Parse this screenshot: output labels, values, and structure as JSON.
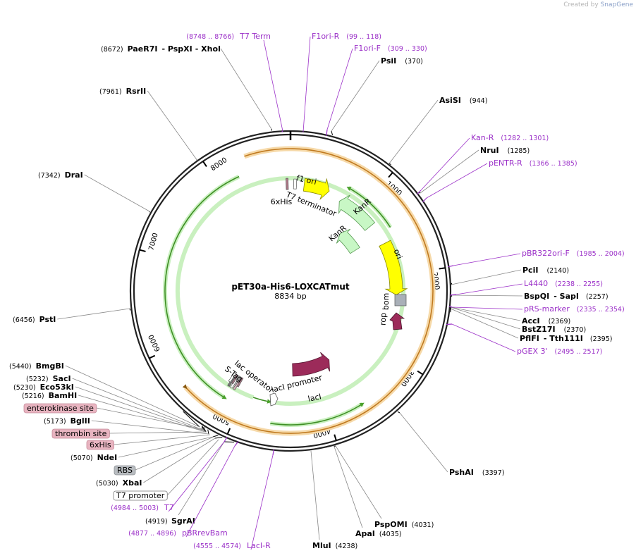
{
  "credit": {
    "prefix": "Created by",
    "brand": "SnapGene"
  },
  "plasmid": {
    "name": "pET30a-His6-LOXCATmut",
    "size_label": "8834 bp",
    "length": 8834
  },
  "ticks": [
    {
      "pos": 1000,
      "label": "1000"
    },
    {
      "pos": 2000,
      "label": "2000"
    },
    {
      "pos": 3000,
      "label": "3000"
    },
    {
      "pos": 4000,
      "label": "4000"
    },
    {
      "pos": 5000,
      "label": "5000"
    },
    {
      "pos": 6000,
      "label": "6000"
    },
    {
      "pos": 7000,
      "label": "7000"
    },
    {
      "pos": 8000,
      "label": "8000"
    }
  ],
  "enzymes": [
    {
      "name": "PaeR7I",
      "extra": [
        "PspXI",
        "XhoI"
      ],
      "pos_label": "(8672)",
      "pos": 8672
    },
    {
      "name": "RsrII",
      "pos_label": "(7961)",
      "pos": 7961
    },
    {
      "name": "DraI",
      "pos_label": "(7342)",
      "pos": 7342
    },
    {
      "name": "PstI",
      "pos_label": "(6456)",
      "pos": 6456
    },
    {
      "name": "BmgBI",
      "pos_label": "(5440)",
      "pos": 5440
    },
    {
      "name": "SacI",
      "pos_label": "(5232)",
      "pos": 5232
    },
    {
      "name": "Eco53kI",
      "pos_label": "(5230)",
      "pos": 5230
    },
    {
      "name": "BamHI",
      "pos_label": "(5216)",
      "pos": 5216
    },
    {
      "name": "BglII",
      "pos_label": "(5173)",
      "pos": 5173
    },
    {
      "name": "NdeI",
      "pos_label": "(5070)",
      "pos": 5070
    },
    {
      "name": "XbaI",
      "pos_label": "(5030)",
      "pos": 5030
    },
    {
      "name": "SgrAI",
      "pos_label": "(4919)",
      "pos": 4919
    },
    {
      "name": "MluI",
      "pos_label": "(4238)",
      "pos": 4238
    },
    {
      "name": "ApaI",
      "pos_label": "(4035)",
      "pos": 4035
    },
    {
      "name": "PspOMI",
      "pos_label": "(4031)",
      "pos": 4031
    },
    {
      "name": "PshAI",
      "pos_label": "(3397)",
      "pos": 3397
    },
    {
      "name": "PflFI",
      "extra": [
        "Tth111I"
      ],
      "pos_label": "(2395)",
      "pos": 2395
    },
    {
      "name": "BstZ17I",
      "pos_label": "(2370)",
      "pos": 2370
    },
    {
      "name": "AccI",
      "pos_label": "(2369)",
      "pos": 2369
    },
    {
      "name": "BspQI",
      "extra": [
        "SapI"
      ],
      "pos_label": "(2257)",
      "pos": 2257
    },
    {
      "name": "PciI",
      "pos_label": "(2140)",
      "pos": 2140
    },
    {
      "name": "NruI",
      "pos_label": "(1285)",
      "pos": 1285
    },
    {
      "name": "AsiSI",
      "pos_label": "(944)",
      "pos": 944
    },
    {
      "name": "PsiI",
      "pos_label": "(370)",
      "pos": 370
    }
  ],
  "primers": [
    {
      "name": "T7 Term",
      "range": "(8748 .. 8766)",
      "pos": 8757
    },
    {
      "name": "F1ori-R",
      "range": "(99 .. 118)",
      "pos": 108
    },
    {
      "name": "F1ori-F",
      "range": "(309 .. 330)",
      "pos": 319
    },
    {
      "name": "Kan-R",
      "range": "(1282 .. 1301)",
      "pos": 1291
    },
    {
      "name": "pENTR-R",
      "range": "(1366 .. 1385)",
      "pos": 1375
    },
    {
      "name": "pBR322ori-F",
      "range": "(1985 .. 2004)",
      "pos": 1994
    },
    {
      "name": "L4440",
      "range": "(2238 .. 2255)",
      "pos": 2246
    },
    {
      "name": "pRS-marker",
      "range": "(2335 .. 2354)",
      "pos": 2344
    },
    {
      "name": "pGEX 3'",
      "range": "(2495 .. 2517)",
      "pos": 2506
    },
    {
      "name": "T7",
      "range": "(4984 .. 5003)",
      "pos": 4993
    },
    {
      "name": "pBRrevBam",
      "range": "(4877 .. 4896)",
      "pos": 4886
    },
    {
      "name": "LacI-R",
      "range": "(4555 .. 4574)",
      "pos": 4564
    }
  ],
  "boxed_features": [
    {
      "name": "enterokinase site",
      "style": "pink"
    },
    {
      "name": "thrombin site",
      "style": "pink"
    },
    {
      "name": "6xHis",
      "style": "pink"
    },
    {
      "name": "RBS",
      "style": "gray"
    },
    {
      "name": "T7 promoter",
      "style": "white"
    }
  ],
  "features": [
    {
      "name": "f1 ori",
      "color": "#ffff00"
    },
    {
      "name": "T7 terminator",
      "color": "#ffffff"
    },
    {
      "name": "6xHis",
      "color": "#b07a8a"
    },
    {
      "name": "KanR",
      "color": "#c8f7c5"
    },
    {
      "name": "KanR",
      "color": "#c8f7c5"
    },
    {
      "name": "ori",
      "color": "#ffff00"
    },
    {
      "name": "bom",
      "color": "#a9b0b8"
    },
    {
      "name": "rop",
      "color": "#9c2b5a"
    },
    {
      "name": "lacI",
      "color": "#9c2b5a"
    },
    {
      "name": "lacI promoter",
      "color": "#ffffff"
    },
    {
      "name": "lac operator",
      "color": "#ffffff"
    },
    {
      "name": "S-Tag",
      "color": "#ffffff"
    }
  ],
  "colors": {
    "primer": "#9b30c8",
    "orf_green": "#4aa02c",
    "orf_orange": "#e8a13a",
    "backbone": "#222222"
  }
}
